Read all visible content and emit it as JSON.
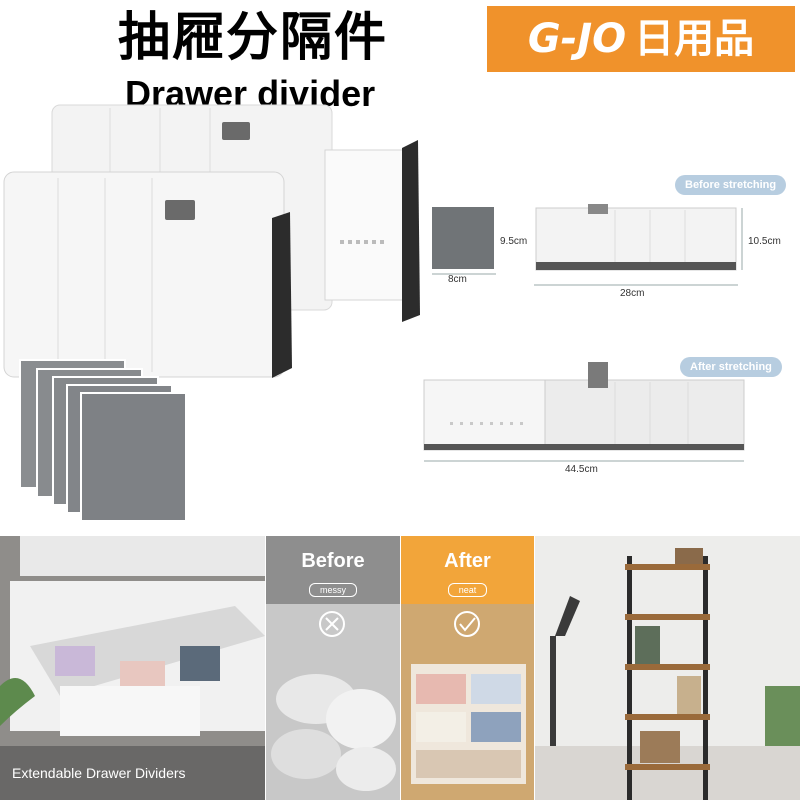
{
  "header": {
    "title_cn": "抽屜分隔件",
    "title_en": "Drawer divider",
    "brand": "G-JO",
    "brand_suffix": "日用品"
  },
  "specs": {
    "before_label": "Before stretching",
    "after_label": "After stretching",
    "pad_width": "8cm",
    "pad_height": "9.5cm",
    "before_width": "28cm",
    "before_height": "10.5cm",
    "after_width": "44.5cm"
  },
  "panels": {
    "drawer_caption": "Extendable Drawer Dividers",
    "before_title": "Before",
    "before_sub": "messy",
    "after_title": "After",
    "after_sub": "neat"
  },
  "colors": {
    "brand_orange": "#f0922b",
    "before_gray": "#8e8e8e",
    "after_orange": "#f2a53a",
    "pill_blue": "#b7cde0"
  }
}
